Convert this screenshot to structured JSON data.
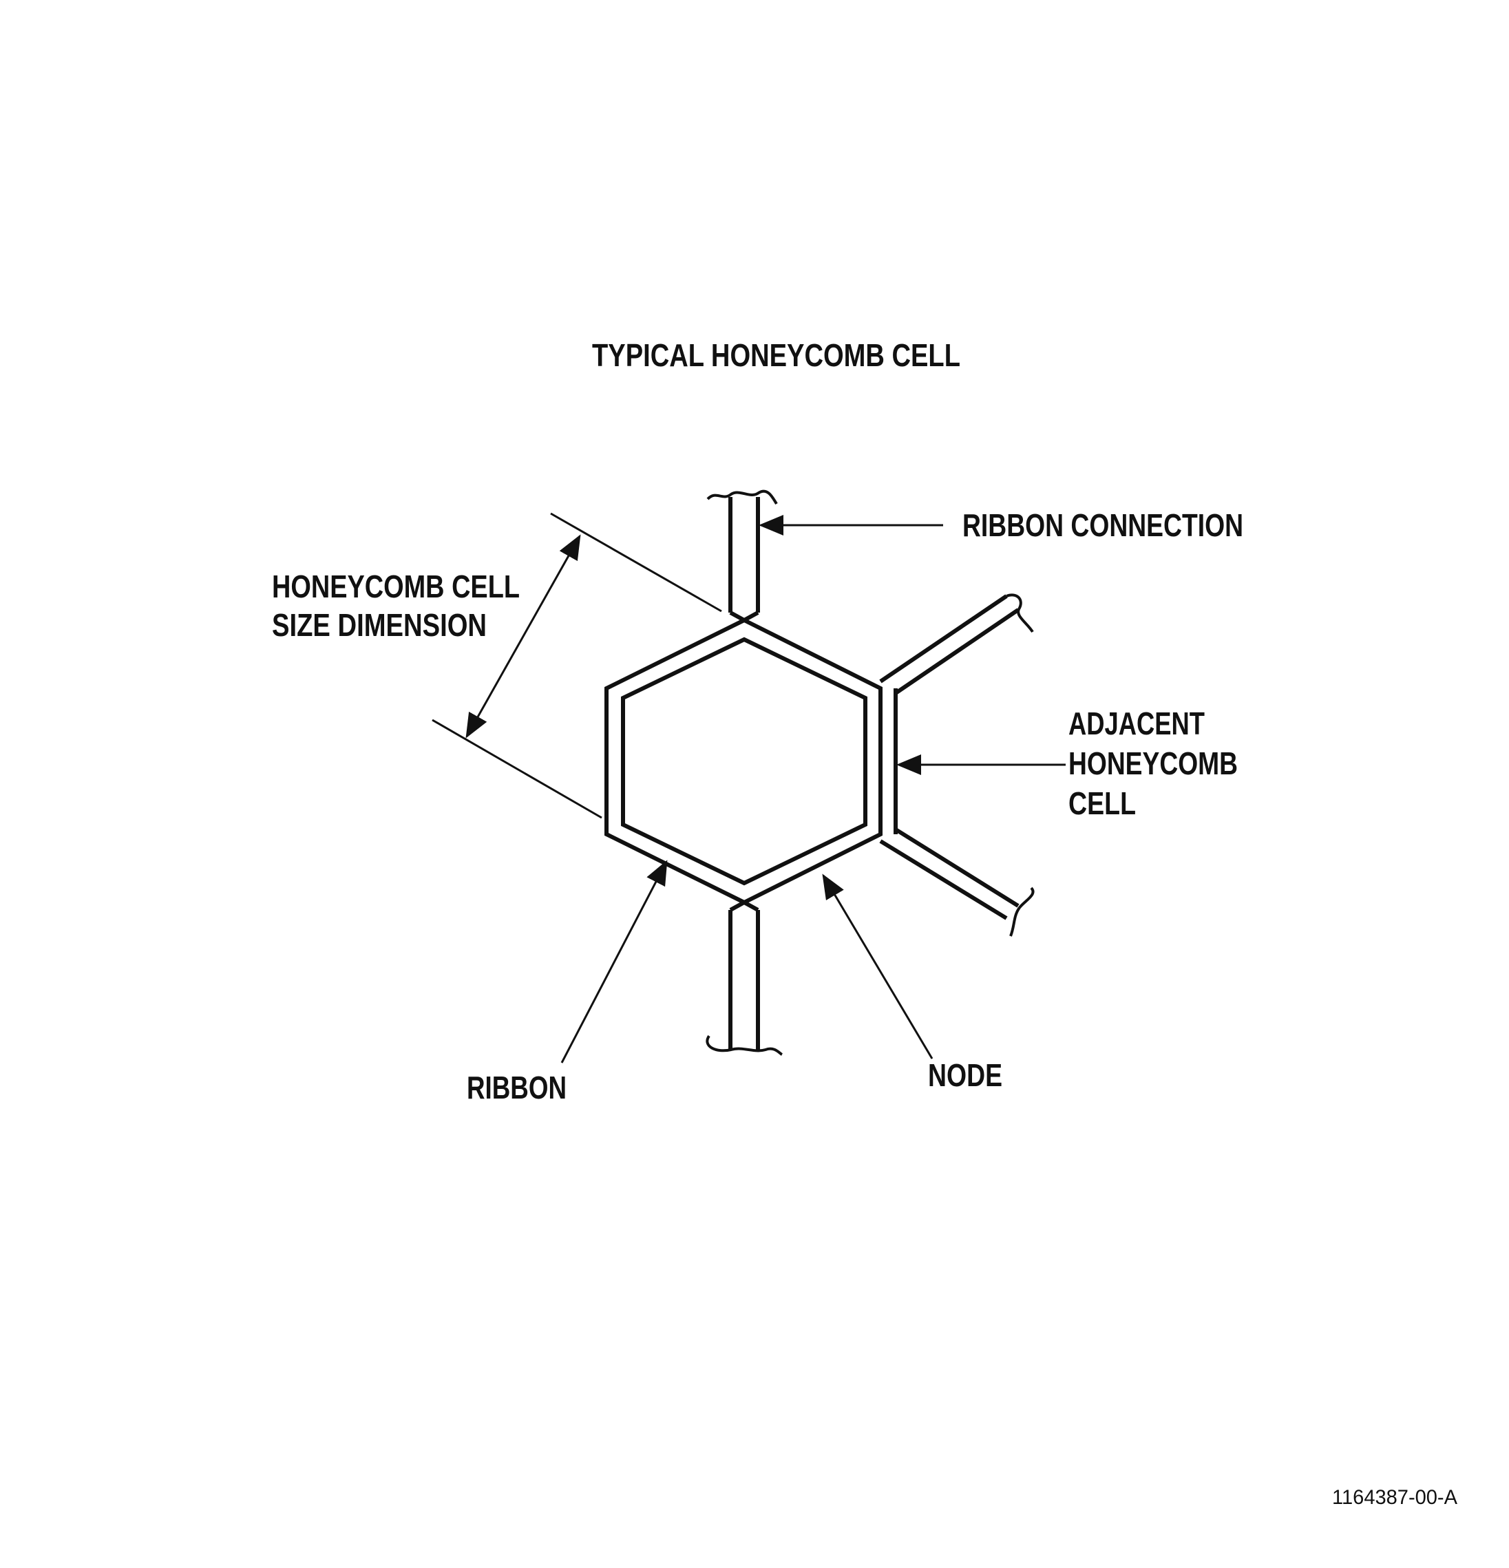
{
  "title": "TYPICAL HONEYCOMB CELL",
  "labels": {
    "cell_size_line1": "HONEYCOMB CELL",
    "cell_size_line2": "SIZE DIMENSION",
    "ribbon_connection": "RIBBON CONNECTION",
    "adjacent_line1": "ADJACENT",
    "adjacent_line2": "HONEYCOMB",
    "adjacent_line3": "CELL",
    "ribbon": "RIBBON",
    "node": "NODE"
  },
  "figure_id": "1164387-00-A",
  "colors": {
    "ink": "#111111",
    "background": "#ffffff"
  }
}
